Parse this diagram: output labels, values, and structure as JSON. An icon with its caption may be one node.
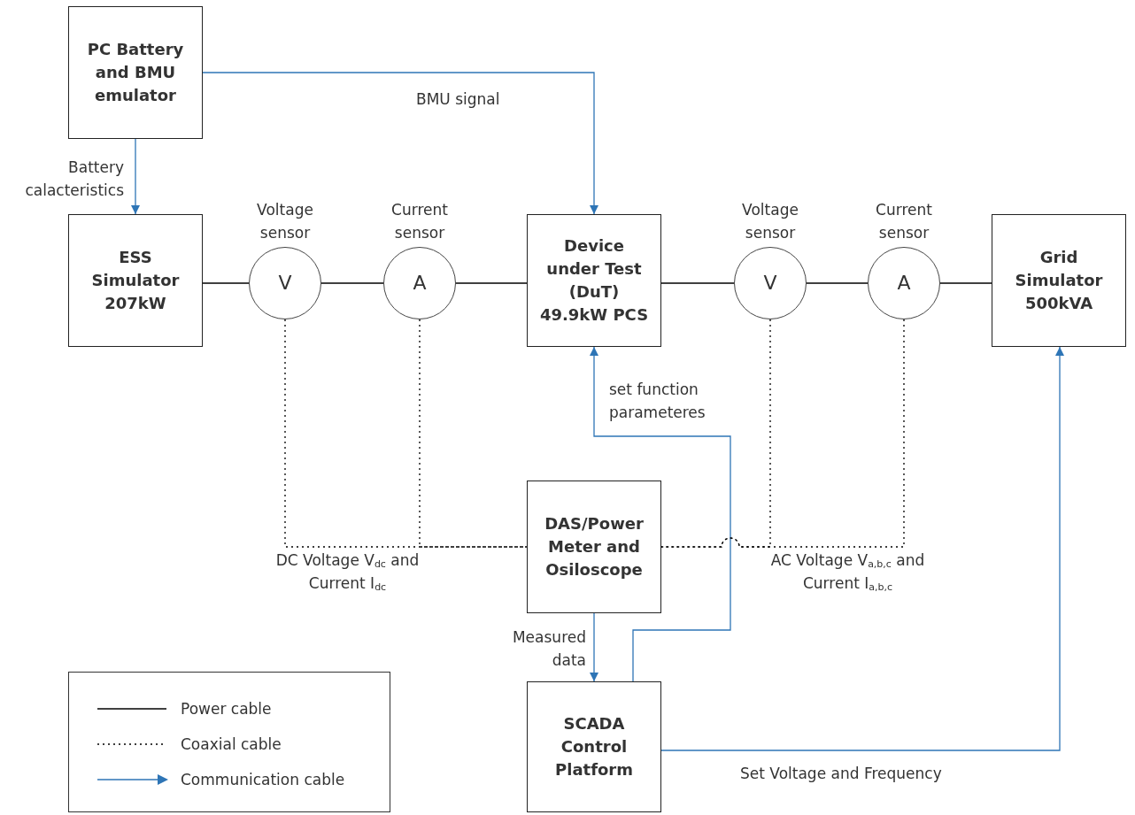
{
  "diagram": {
    "nodes": [
      {
        "text": [
          "PC Battery and BMU emulator"
        ]
      },
      {
        "text": [
          "ESS Simulator 207kW"
        ]
      },
      {
        "text": [
          "V"
        ],
        "beside": [
          "Voltage sensor"
        ]
      },
      {
        "text": [
          "A"
        ],
        "beside": [
          "Current sensor"
        ]
      },
      {
        "text": [
          "Device under Test (DuT) 49.9kW PCS"
        ]
      },
      {
        "text": [
          "V"
        ],
        "beside": [
          "Voltage sensor"
        ]
      },
      {
        "text": [
          "A"
        ],
        "beside": [
          "Current sensor"
        ]
      },
      {
        "text": [
          "Grid Simulator 500kVA"
        ]
      },
      {
        "text": [
          "DAS/Power Meter and Osiloscope"
        ]
      },
      {
        "text": [
          "SCADA Control Platform"
        ]
      }
    ],
    "edges": [
      {
        "from": 0,
        "to": 1,
        "arrow": "to",
        "label": "Battery calacteristics",
        "color": "#2e75b6"
      },
      {
        "from": 0,
        "to": 4,
        "arrow": "to",
        "label": "BMU signal",
        "color": "#2e75b6"
      },
      {
        "from": 1,
        "to": 2,
        "arrow": "none"
      },
      {
        "from": 2,
        "to": 3,
        "arrow": "none"
      },
      {
        "from": 3,
        "to": 4,
        "arrow": "none"
      },
      {
        "from": 4,
        "to": 5,
        "arrow": "none"
      },
      {
        "from": 5,
        "to": 6,
        "arrow": "none"
      },
      {
        "from": 6,
        "to": 7,
        "arrow": "none"
      },
      {
        "from": 9,
        "to": 4,
        "arrow": "to",
        "label": "set function parameteres",
        "color": "#2e75b6"
      },
      {
        "from": 2,
        "to": 8,
        "arrow": "none",
        "style": "dashed"
      },
      {
        "from": 3,
        "to": 8,
        "arrow": "none",
        "style": "dashed"
      },
      {
        "from": 5,
        "to": 8,
        "arrow": "none",
        "style": "dashed"
      },
      {
        "from": 6,
        "to": 8,
        "arrow": "none",
        "style": "dashed"
      },
      {
        "from": 8,
        "to": 9,
        "arrow": "to",
        "label": "Measured data",
        "color": "#2e75b6"
      },
      {
        "from": 9,
        "to": 7,
        "arrow": "to",
        "label": "Set Voltage and Frequency",
        "color": "#2e75b6"
      }
    ],
    "labels": [
      "DC Voltage V$_{dc}$ and Current I$_{dc}$",
      "AC Voltage V$_{a,b,c}$ and Current I$_{a,b,c}$"
    ],
    "legend": [
      {
        "text": "Power cable"
      },
      {
        "text": "Coaxial cable"
      },
      {
        "text": "Communication cable"
      }
    ]
  }
}
